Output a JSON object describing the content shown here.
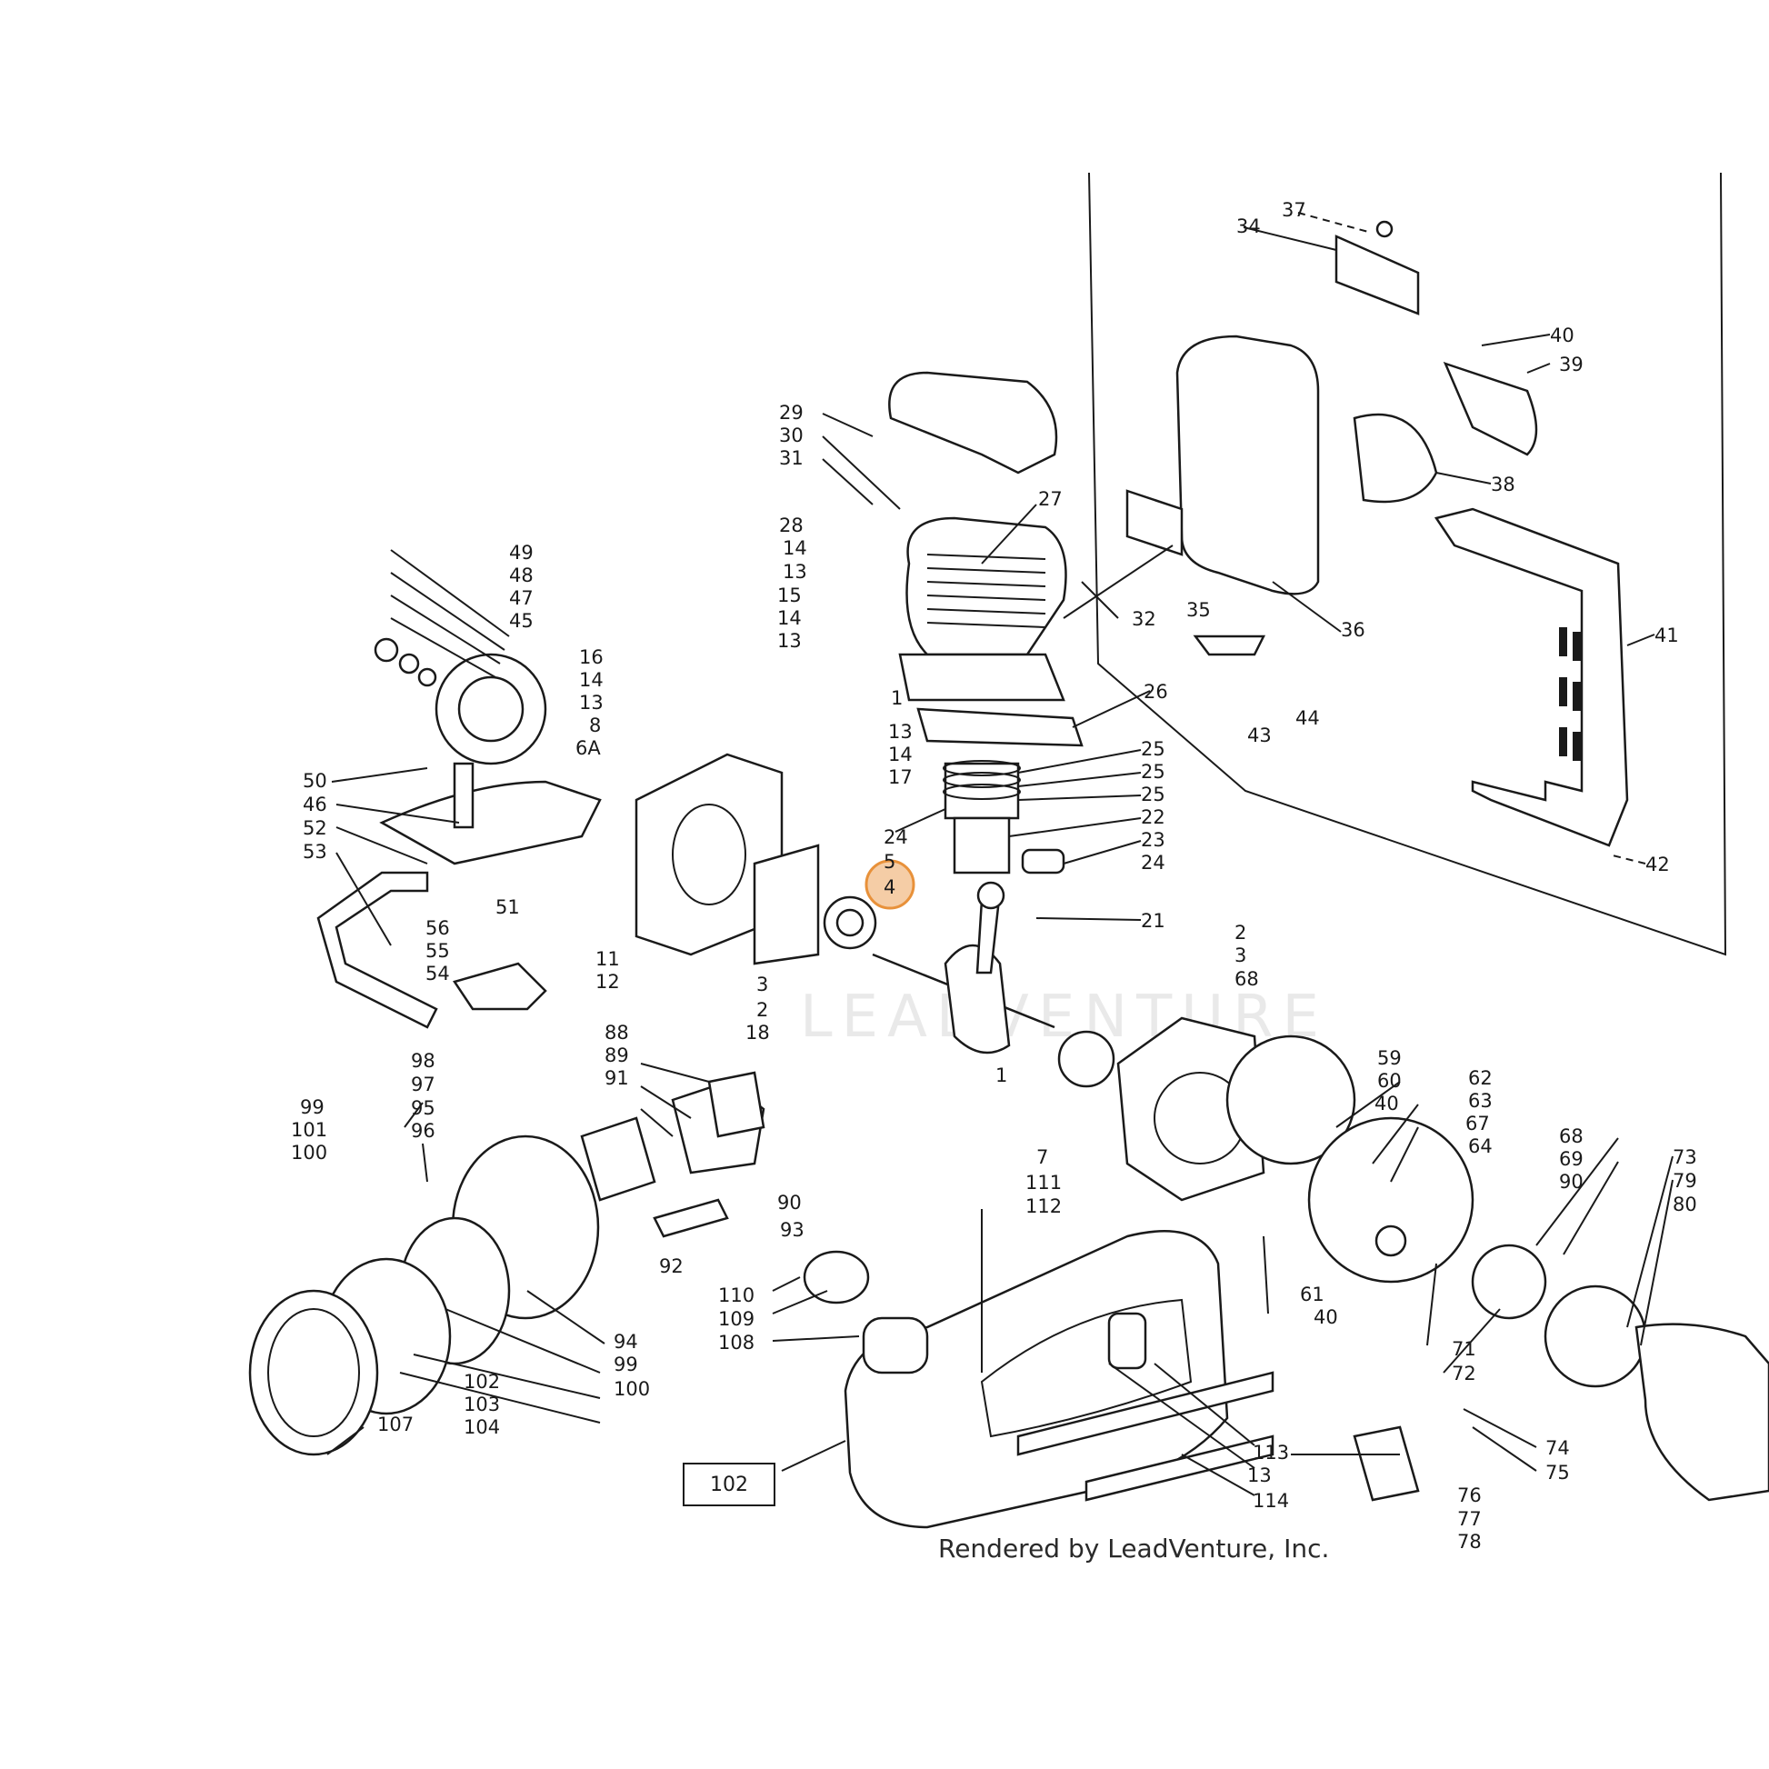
{
  "watermark": "LEADVENTURE",
  "caption": "Rendered by LeadVenture, Inc.",
  "highlight": {
    "label": "4",
    "color": "#e8913a"
  },
  "callouts": [
    "1",
    "1",
    "2",
    "2",
    "3",
    "3",
    "4",
    "5",
    "6A",
    "7",
    "8",
    "11",
    "12",
    "13",
    "13",
    "13",
    "13",
    "13",
    "14",
    "14",
    "14",
    "14",
    "15",
    "16",
    "17",
    "18",
    "21",
    "22",
    "23",
    "24",
    "24",
    "25",
    "25",
    "25",
    "26",
    "27",
    "28",
    "29",
    "30",
    "31",
    "32",
    "34",
    "35",
    "36",
    "37",
    "38",
    "39",
    "40",
    "40",
    "40",
    "41",
    "42",
    "43",
    "44",
    "45",
    "46",
    "47",
    "48",
    "49",
    "50",
    "51",
    "52",
    "53",
    "54",
    "55",
    "56",
    "59",
    "60",
    "61",
    "62",
    "63",
    "64",
    "67",
    "68",
    "68",
    "69",
    "71",
    "72",
    "73",
    "74",
    "75",
    "76",
    "77",
    "78",
    "79",
    "80",
    "88",
    "89",
    "90",
    "90",
    "91",
    "92",
    "93",
    "94",
    "95",
    "96",
    "97",
    "98",
    "99",
    "99",
    "100",
    "100",
    "101",
    "102",
    "102",
    "103",
    "104",
    "107",
    "108",
    "109",
    "110",
    "111",
    "112",
    "113",
    "114"
  ]
}
